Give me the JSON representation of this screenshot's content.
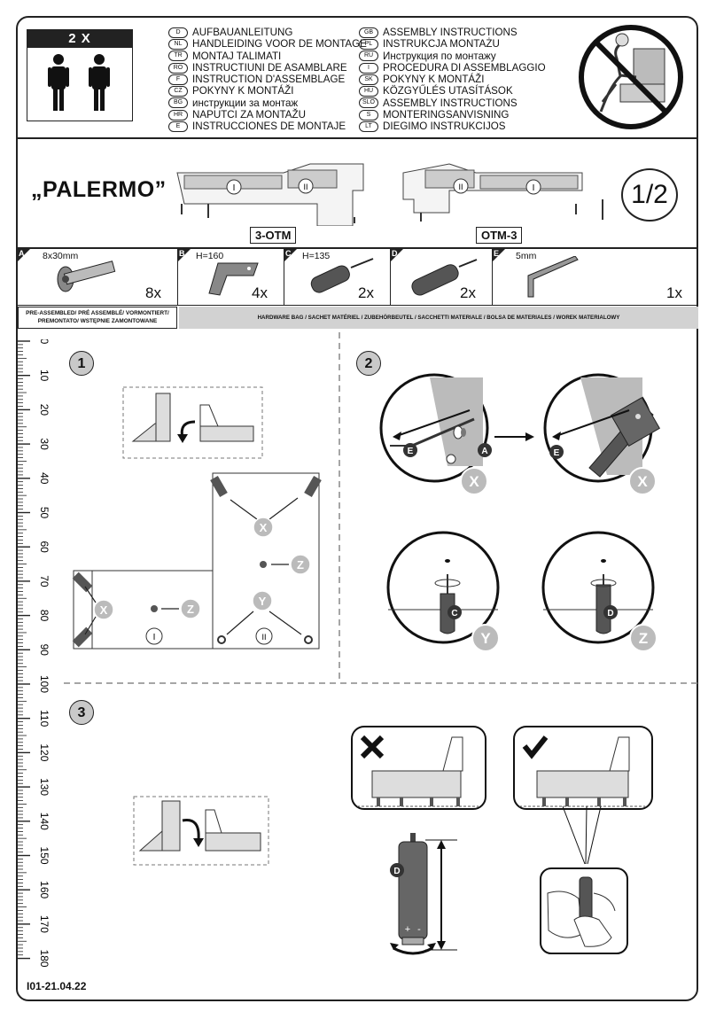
{
  "header": {
    "persons_label": "2 X",
    "languages_left": [
      {
        "code": "D",
        "text": "AUFBAUANLEITUNG"
      },
      {
        "code": "NL",
        "text": "HANDLEIDING VOOR DE MONTAGE"
      },
      {
        "code": "TR",
        "text": "MONTAJ TALIMATI"
      },
      {
        "code": "RO",
        "text": "INSTRUCTIUNI DE ASAMBLARE"
      },
      {
        "code": "F",
        "text": "INSTRUCTION D'ASSEMBLAGE"
      },
      {
        "code": "CZ",
        "text": "POKYNY K MONTÁŽI"
      },
      {
        "code": "BG",
        "text": "инструкции за монтаж"
      },
      {
        "code": "HR",
        "text": "NAPUTCI ZA MONTAŽU"
      },
      {
        "code": "E",
        "text": "INSTRUCCIONES DE MONTAJE"
      }
    ],
    "languages_right": [
      {
        "code": "GB",
        "text": "ASSEMBLY INSTRUCTIONS"
      },
      {
        "code": "PL",
        "text": "INSTRUKCJA MONTAŻU"
      },
      {
        "code": "RU",
        "text": "Инструкция по монтажу"
      },
      {
        "code": "I",
        "text": "PROCEDURA DI ASSEMBLAGGIO"
      },
      {
        "code": "SK",
        "text": "POKYNY K MONTÁŽI"
      },
      {
        "code": "HU",
        "text": "KÖZGYŰLÉS UTASÍTÁSOK"
      },
      {
        "code": "SLO",
        "text": "ASSEMBLY INSTRUCTIONS"
      },
      {
        "code": "S",
        "text": "MONTERINGSANVISNING"
      },
      {
        "code": "LT",
        "text": "DIEGIMO INSTRUKCIJOS"
      }
    ]
  },
  "product": {
    "title": "„PALERMO”",
    "model_left": "3-OTM",
    "model_right": "OTM-3",
    "part_1": "I",
    "part_2": "II",
    "page": "1/2"
  },
  "hardware": [
    {
      "letter": "A",
      "dim": "8x30mm",
      "qty": "8x"
    },
    {
      "letter": "B",
      "dim": "H=160",
      "qty": "4x"
    },
    {
      "letter": "C",
      "dim": "H=135",
      "qty": "2x"
    },
    {
      "letter": "D",
      "dim": "",
      "qty": "2x"
    },
    {
      "letter": "E",
      "dim": "5mm",
      "qty": "1x"
    }
  ],
  "bars": {
    "pre_line1": "PRE-ASSEMBLED/ PRÉ ASSEMBLÉ/ VORMONTIERT/",
    "pre_line2": "PREMONTATO/ WSTĘPNIE ZAMONTOWANE",
    "hardware_bag": "HARDWARE BAG / SACHET MATÉRIEL / ZUBEHÖRBEUTEL / SACCHETTI MATERIALE / BOLSA DE MATERIALES / WOREK MATERIALOWY"
  },
  "ruler_labels": [
    "0",
    "10",
    "20",
    "30",
    "40",
    "50",
    "60",
    "70",
    "80",
    "90",
    "100",
    "110",
    "120",
    "130",
    "140",
    "150",
    "160",
    "170",
    "180"
  ],
  "steps": {
    "step1": "1",
    "step2": "2",
    "step3": "3",
    "markers": {
      "x": "X",
      "y": "Y",
      "z": "Z",
      "a": "A",
      "c": "C",
      "d": "D",
      "e": "E"
    }
  },
  "footer": {
    "doc_id": "I01-21.04.22"
  }
}
